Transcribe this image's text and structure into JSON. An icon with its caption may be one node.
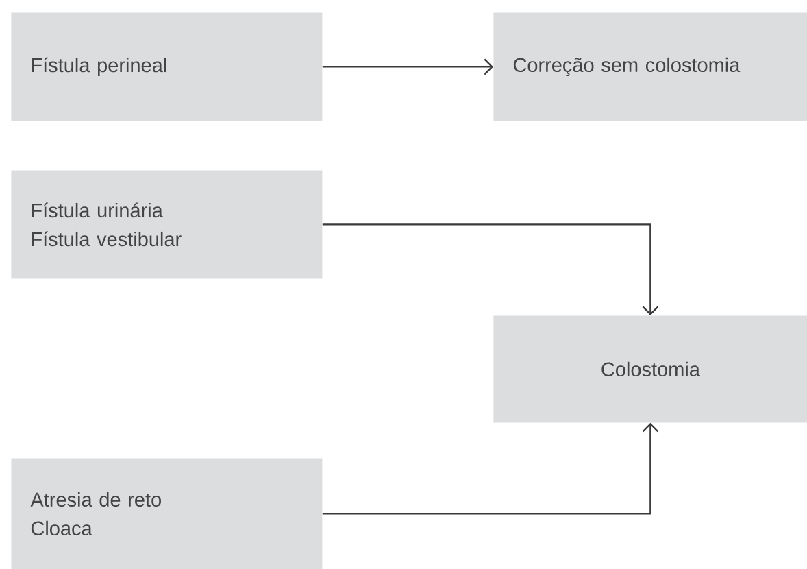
{
  "diagram": {
    "nodes": [
      {
        "text": [
          "Fístula perineal"
        ]
      },
      {
        "text": [
          "Correção sem colostomia"
        ]
      },
      {
        "text": [
          "Fístula urinária",
          "Fístula vestibular"
        ]
      },
      {
        "text": [
          "Colostomia"
        ]
      },
      {
        "text": [
          "Atresia de reto",
          "Cloaca"
        ]
      }
    ],
    "edges": [
      {
        "from": 0,
        "to": 1,
        "arrow": "to"
      },
      {
        "from": 2,
        "to": 3,
        "arrow": "to"
      },
      {
        "from": 4,
        "to": 3,
        "arrow": "to"
      }
    ]
  }
}
